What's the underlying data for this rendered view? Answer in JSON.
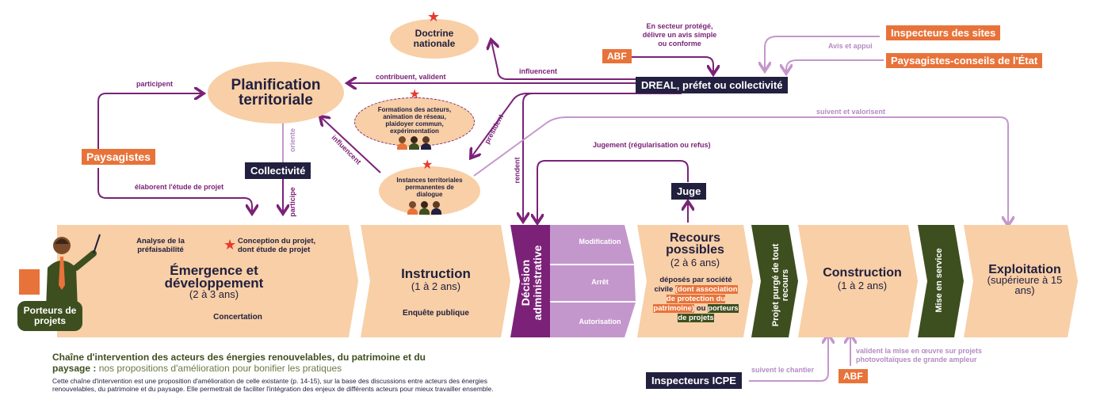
{
  "colors": {
    "peach": "#f8cfa6",
    "purple": "#7b2278",
    "lilac": "#c497cc",
    "navy": "#22203f",
    "orange": "#e8733a",
    "olive": "#3e4f1f",
    "red": "#e63a30"
  },
  "nodes": {
    "doctrine": "Doctrine nationale",
    "planification": "Planification territoriale",
    "formations": "Formations des acteurs, animation de réseau, plaidoyer commun, expérimentation",
    "instances": "Instances territoriales permanentes de dialogue",
    "dreal": "DREAL, préfet ou collectivité",
    "abf_top": "ABF",
    "abf_top_note": "En secteur protégé, délivre un avis simple ou conforme",
    "inspecteurs_sites": "Inspecteurs des sites",
    "paysagistes_conseils": "Paysagistes-conseils de l'État",
    "avis": "Avis et appui",
    "paysagistes": "Paysagistes",
    "collectivite": "Collectivité",
    "juge": "Juge",
    "porteurs": "Porteurs de projets",
    "inspecteurs_icpe": "Inspecteurs ICPE",
    "abf_bottom": "ABF"
  },
  "edges": {
    "participent": "participent",
    "contribuent": "contribuent, valident",
    "influencent_top": "influencent",
    "influencent_mid": "influencent",
    "president": "président",
    "rendent": "rendent",
    "oriente": "oriente",
    "participe": "participe",
    "elaborent": "élaborent l'étude de projet",
    "suivent_valorisent": "suivent et valorisent",
    "jugement": "Jugement (régularisation ou refus)",
    "suivent_chantier": "suivent le chantier",
    "valident_mise": "valident la mise en œuvre sur projets photovoltaïques de grande ampleur"
  },
  "stages": {
    "emergence": {
      "analyse": "Analyse de la préfaisabilité",
      "conception": "Conception du projet, dont étude de projet",
      "title": "Émergence et développement",
      "duration": "(2 à 3 ans)",
      "note": "Concertation"
    },
    "instruction": {
      "title": "Instruction",
      "duration": "(1 à 2 ans)",
      "note": "Enquête publique"
    },
    "decision": {
      "title": "Décision administrative",
      "options": [
        "Modification",
        "Arrêt",
        "Autorisation"
      ]
    },
    "recours": {
      "title": "Recours possibles",
      "duration": "(2 à 6 ans)",
      "p1": "déposés par société civile",
      "p2": "(dont association de protection du patrimoine)",
      "p3": "ou",
      "p4": "porteurs de projets"
    },
    "purge": "Projet purgé de tout recours",
    "construction": {
      "title": "Construction",
      "duration": "(1 à 2 ans)"
    },
    "mise_service": "Mise en service",
    "exploitation": {
      "title": "Exploitation",
      "duration": "(supérieure à 15 ans)"
    }
  },
  "caption": {
    "title": "Chaîne d'intervention des acteurs des énergies renouvelables, du patrimoine et du paysage :",
    "subtitle": "nos propositions d'amélioration pour bonifier les pratiques",
    "body": "Cette chaîne d'intervention est une proposition d'amélioration de celle existante (p. 14-15), sur la base des discussions entre acteurs des énergies renouvelables, du patrimoine et du paysage. Elle permettrait de faciliter l'intégration des enjeux de différents acteurs pour mieux travailler ensemble."
  }
}
